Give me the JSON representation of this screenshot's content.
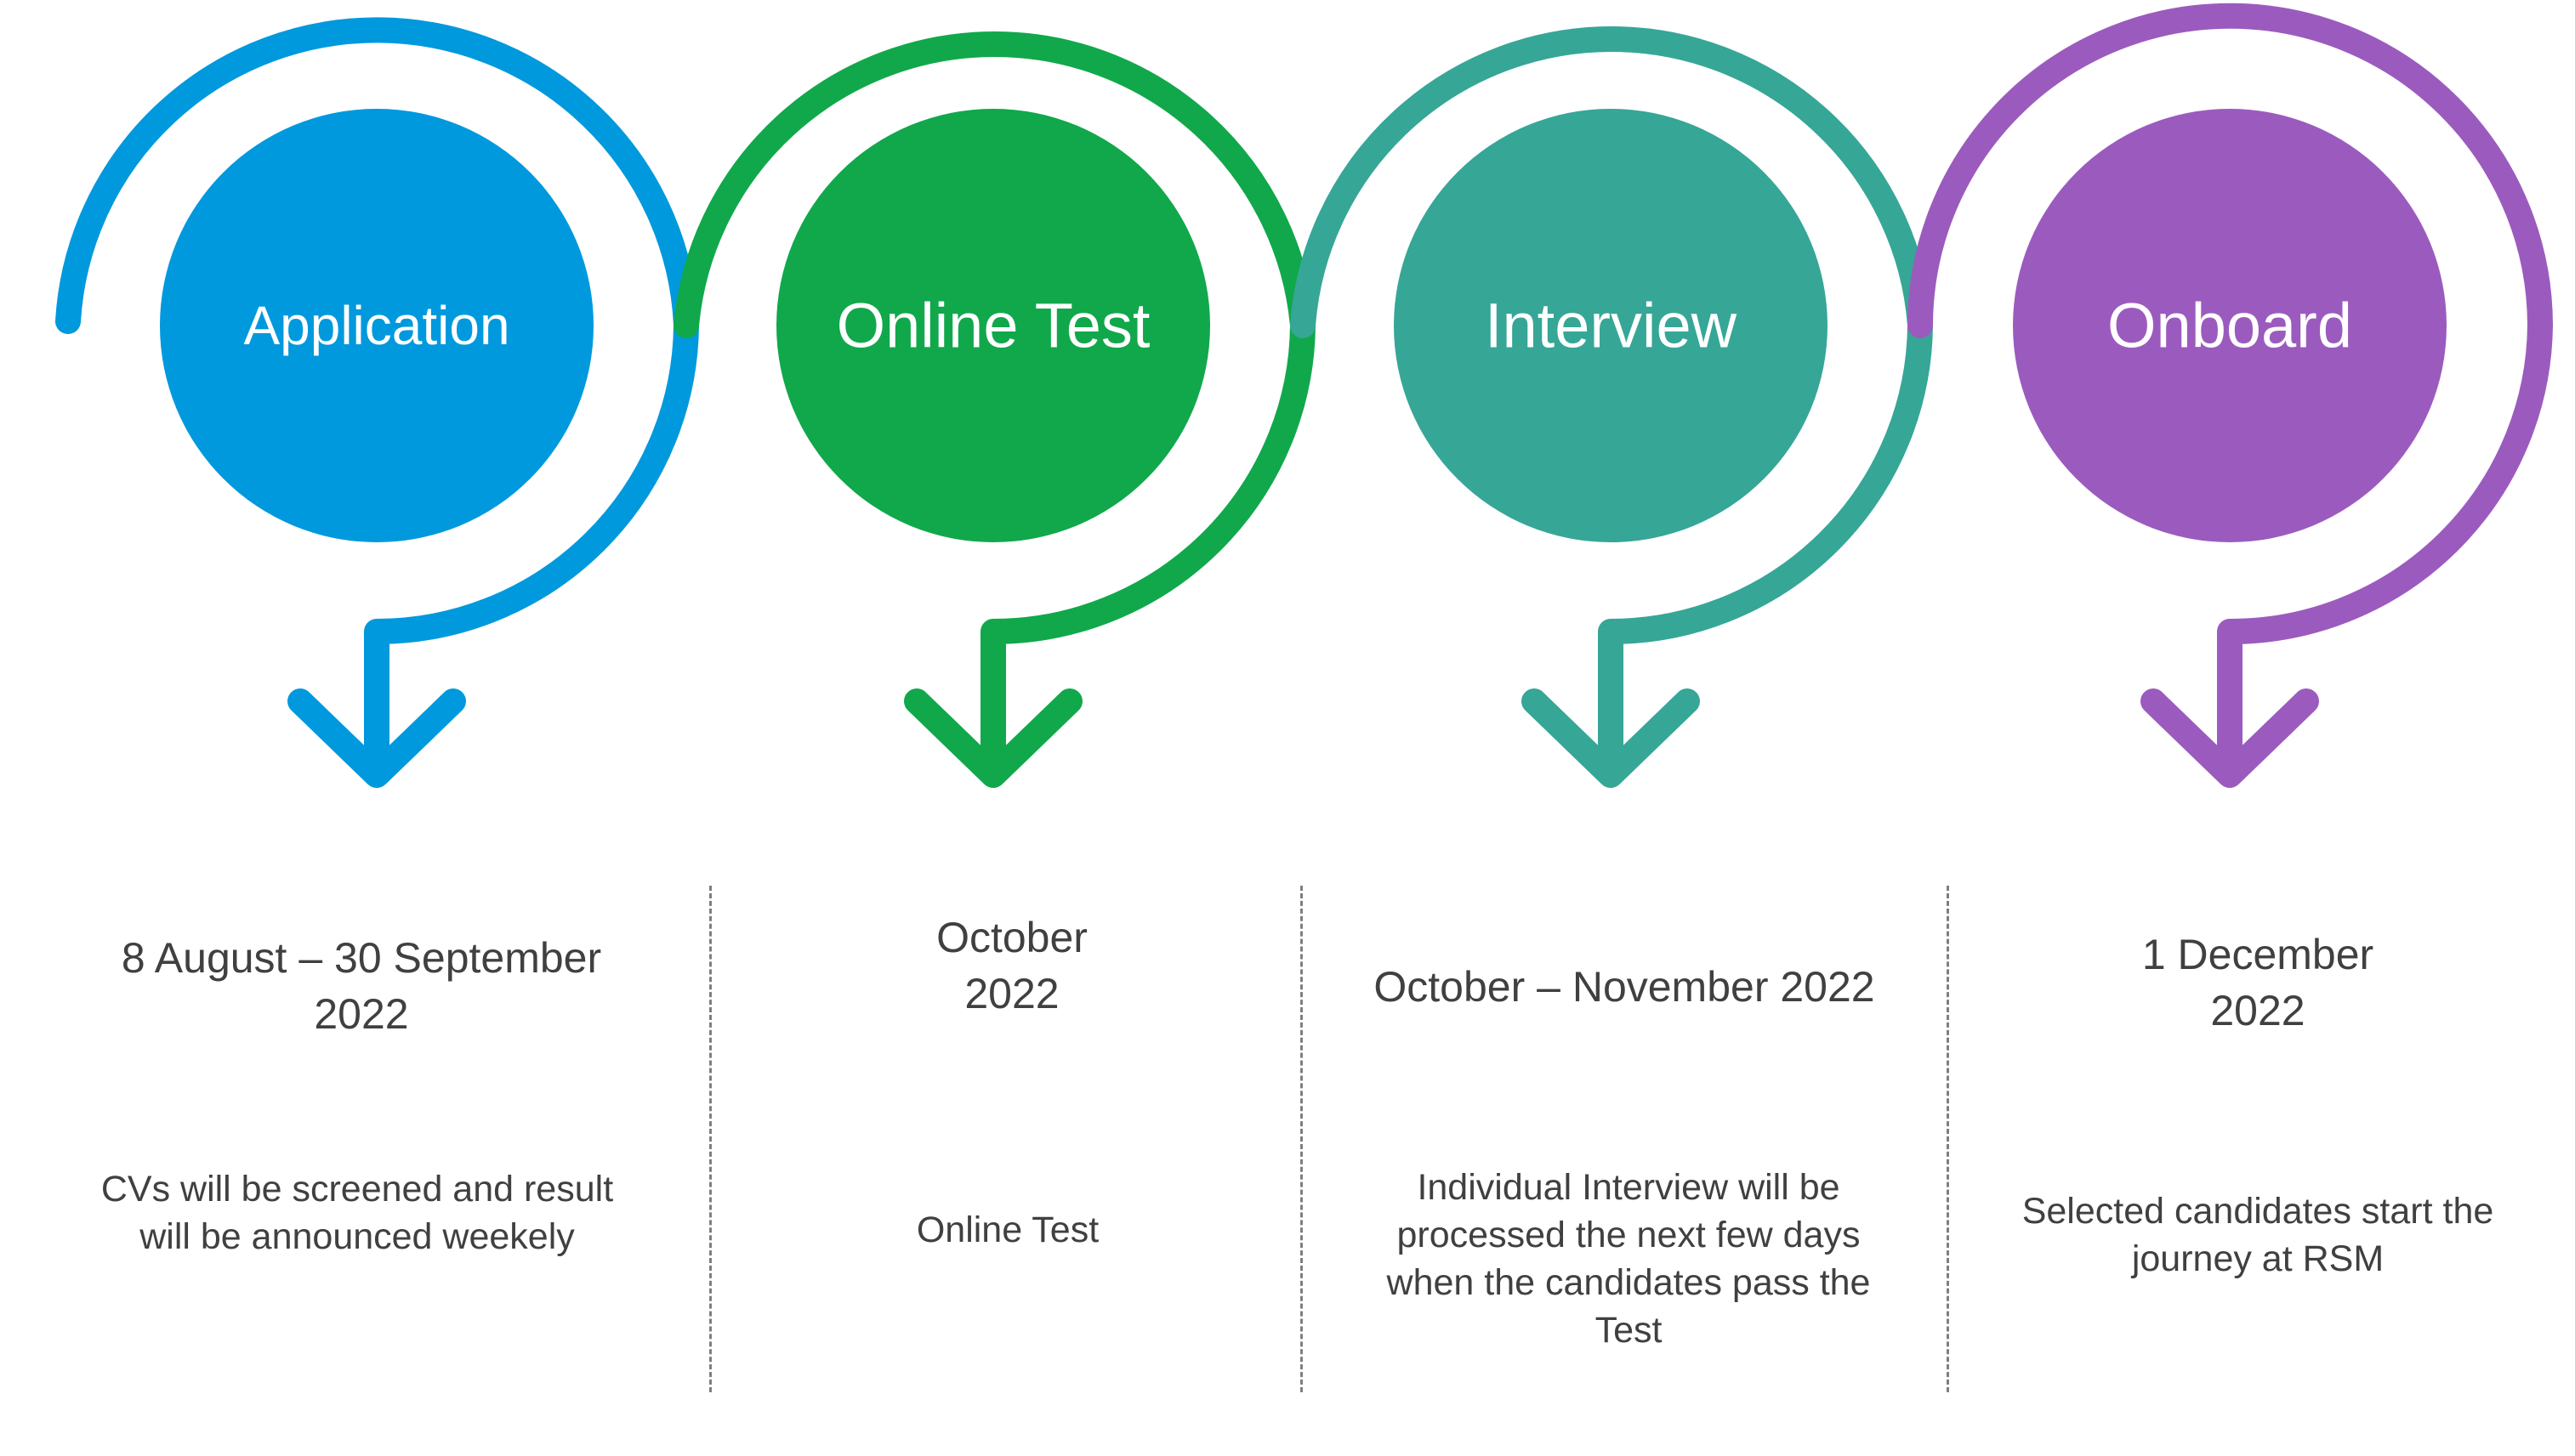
{
  "steps": [
    {
      "title": "Application",
      "color": "#0099dd",
      "date_lines": [
        "8 August – 30 September",
        "2022"
      ],
      "desc_lines": [
        "CVs will be screened and result",
        "will be announced weekely"
      ]
    },
    {
      "title": "Online Test",
      "color": "#10a84b",
      "date_lines": [
        "October",
        "2022"
      ],
      "desc_lines": [
        "Online Test"
      ]
    },
    {
      "title": "Interview",
      "color": "#36a697",
      "date_lines": [
        "October – November 2022"
      ],
      "desc_lines": [
        "Individual Interview will be",
        "processed the next few days",
        "when the candidates pass the",
        "Test"
      ]
    },
    {
      "title": "Onboard",
      "color": "#9b5bbe",
      "date_lines": [
        "1 December",
        "2022"
      ],
      "desc_lines": [
        "Selected candidates start the",
        "journey at RSM"
      ]
    }
  ]
}
